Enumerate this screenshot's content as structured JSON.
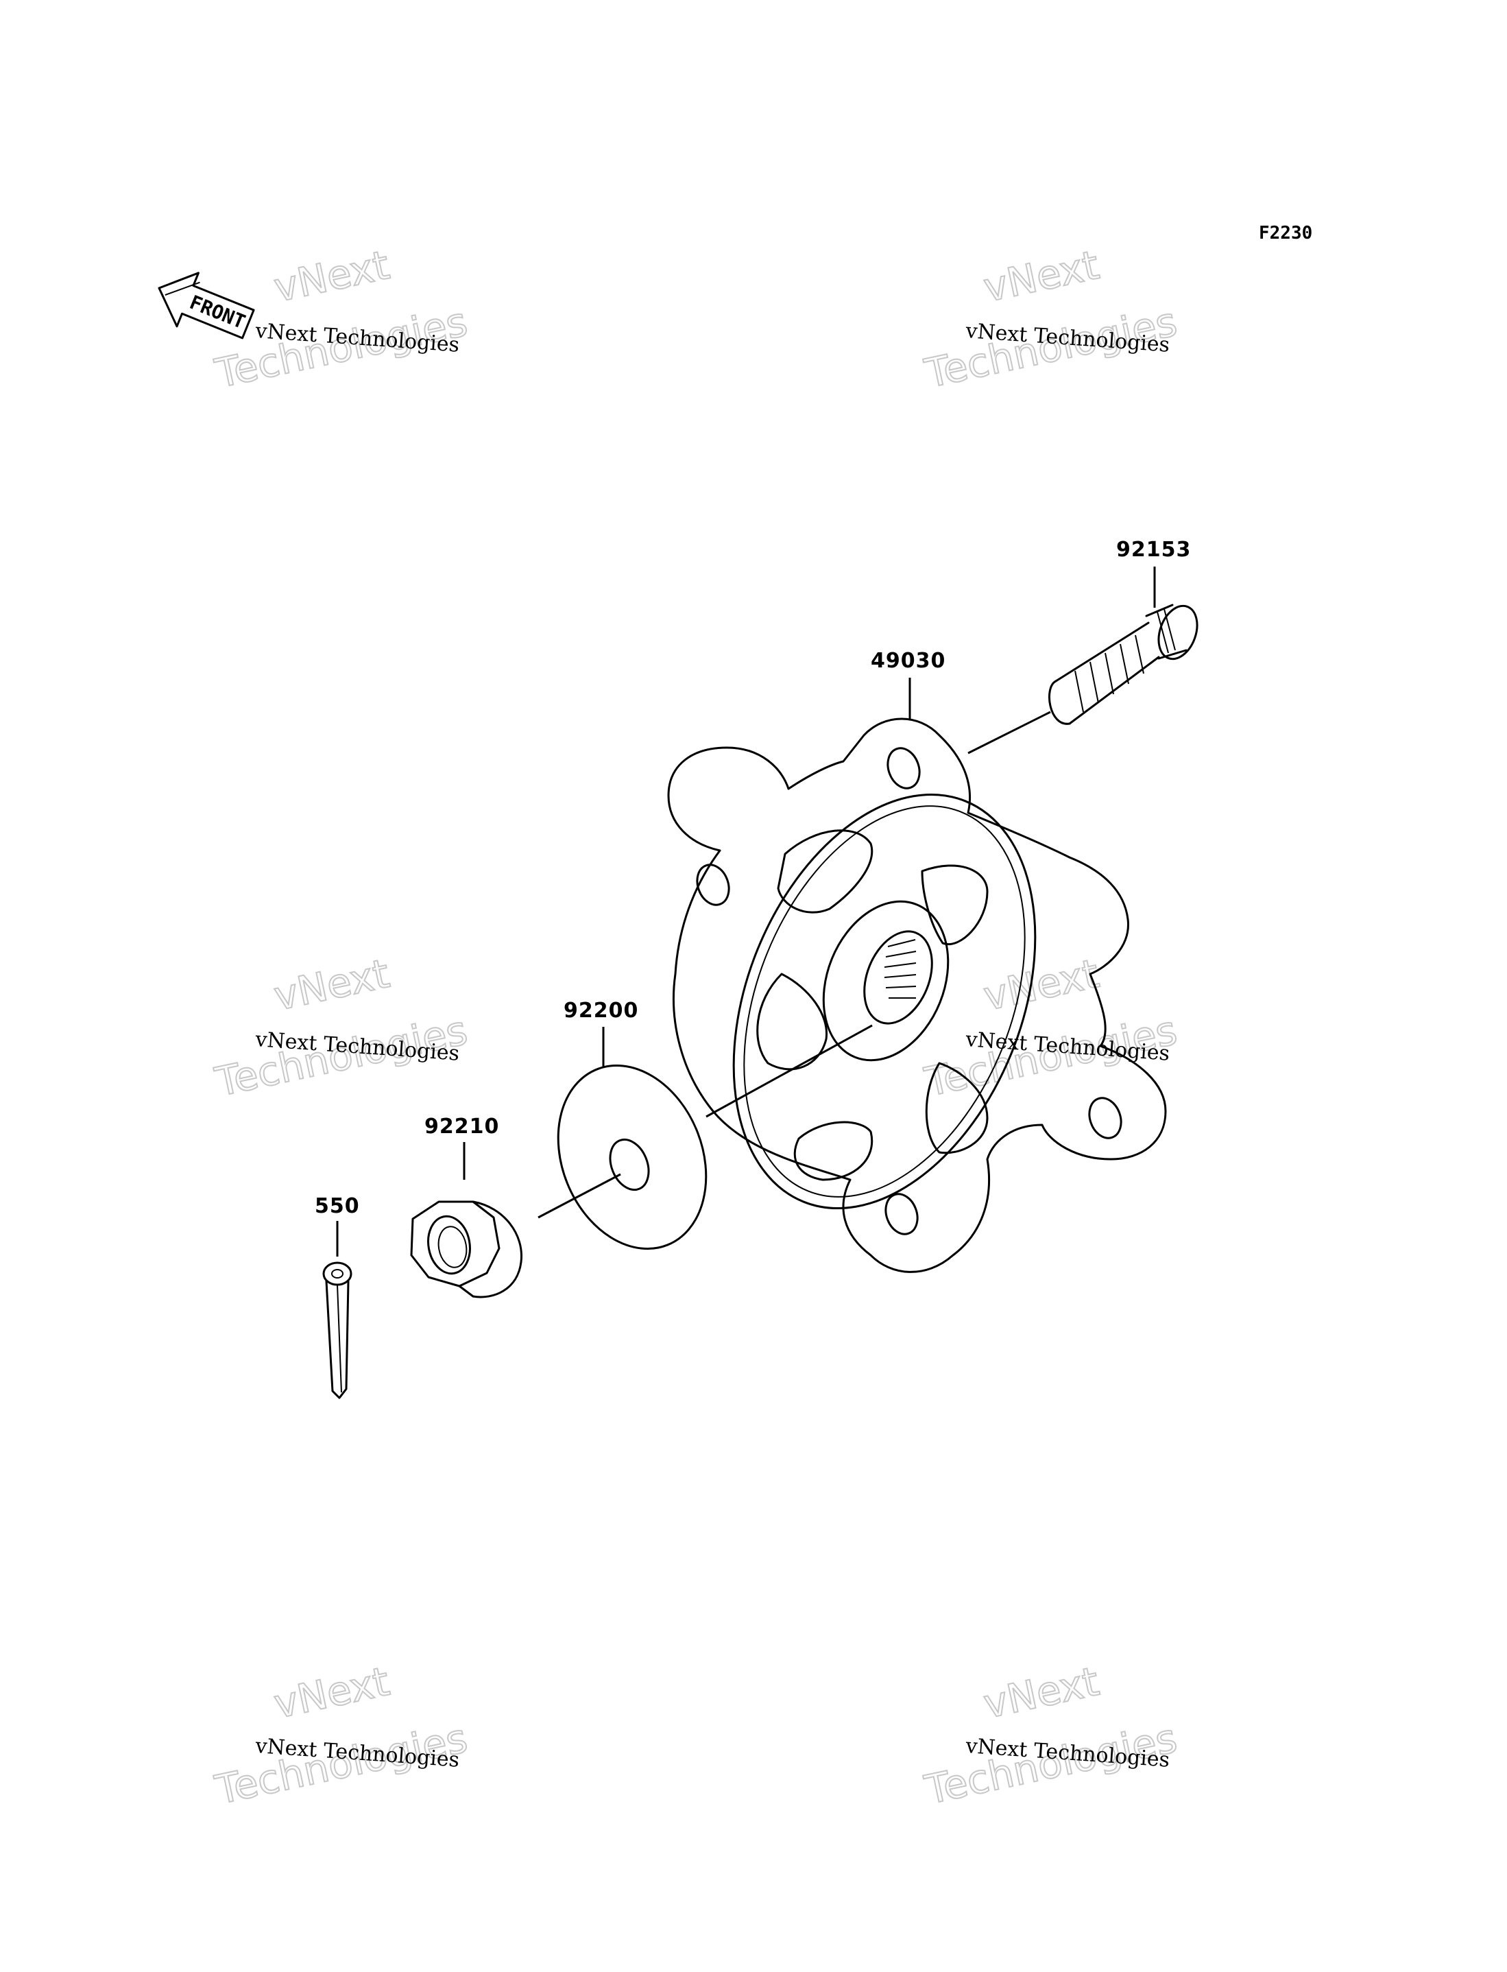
{
  "figure_code": "F2230",
  "front_marker": "FRONT",
  "watermark": {
    "small": "vNext Technologies",
    "big_line1": "vNext",
    "big_line2": "Technologies"
  },
  "parts": [
    {
      "id": "p92153",
      "number": "92153"
    },
    {
      "id": "p49030",
      "number": "49030"
    },
    {
      "id": "p92200",
      "number": "92200"
    },
    {
      "id": "p92210",
      "number": "92210"
    },
    {
      "id": "p550",
      "number": "550"
    }
  ]
}
